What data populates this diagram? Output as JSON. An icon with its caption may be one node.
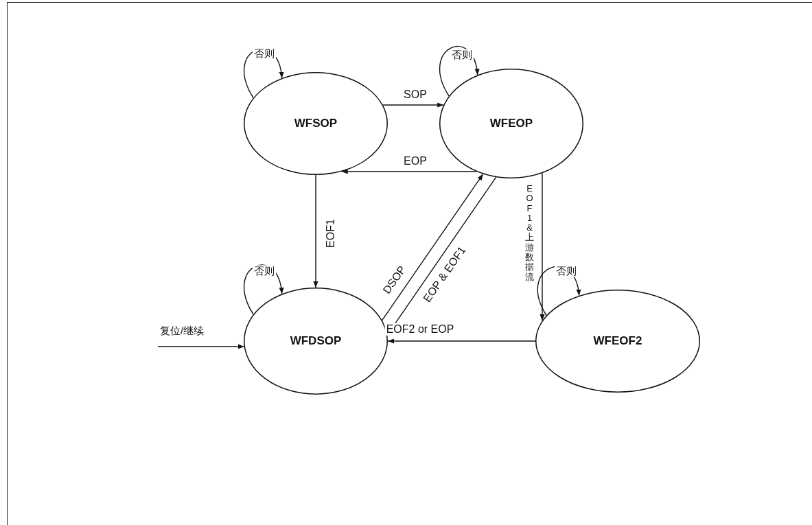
{
  "diagram": {
    "nodes": [
      {
        "text": [
          "WFSOP"
        ]
      },
      {
        "text": [
          "WFEOP"
        ]
      },
      {
        "text": [
          "WFDSOP"
        ]
      },
      {
        "text": [
          "WFEOF2"
        ]
      }
    ],
    "edges": [
      {
        "from": 0,
        "to": 1,
        "arrow": "to",
        "label": "SOP"
      },
      {
        "from": 1,
        "to": 0,
        "arrow": "to",
        "label": "EOP"
      },
      {
        "from": 0,
        "to": 2,
        "arrow": "to",
        "label": "EOF1"
      },
      {
        "from": 2,
        "to": 1,
        "arrow": "to",
        "label": "DSOP"
      },
      {
        "from": 1,
        "to": 2,
        "arrow": "to",
        "label": "EOP & EOF1"
      },
      {
        "from": 1,
        "to": 3,
        "arrow": "to",
        "label": "EOF1 & 上游数据流"
      },
      {
        "from": 3,
        "to": 2,
        "arrow": "to",
        "label": "EOF2 or EOP"
      },
      {
        "from": 0,
        "to": 0,
        "arrow": "to",
        "label": "否则"
      },
      {
        "from": 1,
        "to": 1,
        "arrow": "to",
        "label": "否则"
      },
      {
        "from": 2,
        "to": 2,
        "arrow": "to",
        "label": "否则"
      },
      {
        "from": 3,
        "to": 3,
        "arrow": "to",
        "label": "否则"
      },
      {
        "from": null,
        "to": 2,
        "arrow": "to",
        "label": "复位/继续"
      }
    ]
  }
}
